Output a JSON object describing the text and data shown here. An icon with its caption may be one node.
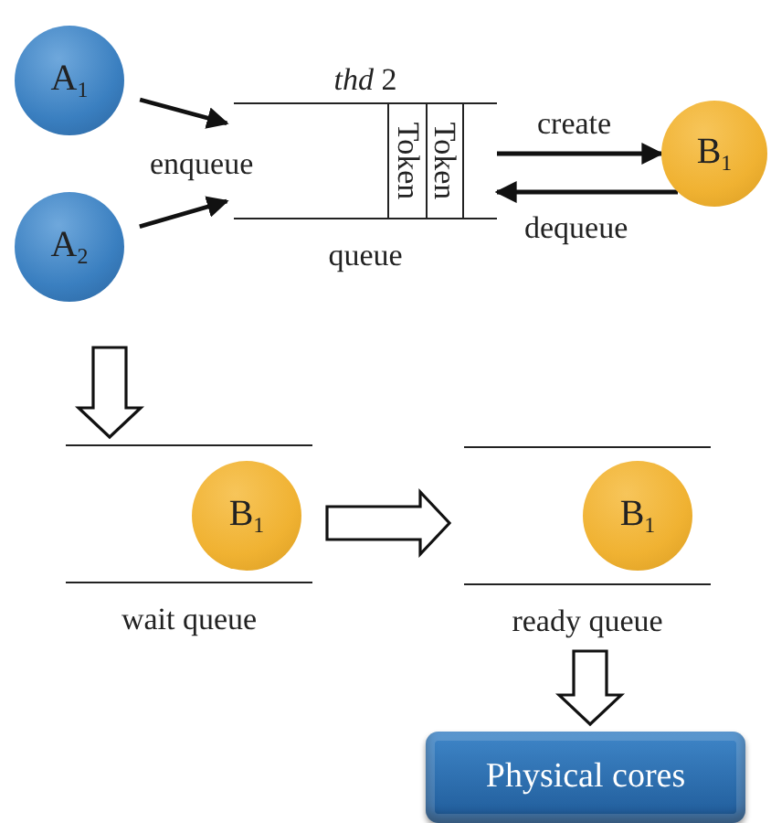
{
  "diagram": {
    "nodes": [
      {
        "text": [
          "A$_{1}$"
        ]
      },
      {
        "text": [
          "A$_{2}$"
        ]
      },
      {
        "text": [
          "*thd* 2",
          "queue"
        ]
      },
      {
        "text": [
          "Token"
        ],
        "in": 2
      },
      {
        "text": [
          "Token"
        ],
        "in": 2
      },
      {
        "text": [
          "B$_{1}$"
        ]
      },
      {
        "text": [
          "wait queue"
        ]
      },
      {
        "text": [
          "B$_{1}$"
        ],
        "in": 6
      },
      {
        "text": [
          "ready queue"
        ]
      },
      {
        "text": [
          "B$_{1}$"
        ],
        "in": 8
      },
      {
        "text": [
          "Physical cores"
        ]
      }
    ],
    "edges": [
      {
        "from": 0,
        "to": 2,
        "arrow": "to"
      },
      {
        "from": 1,
        "to": 2,
        "arrow": "to"
      },
      {
        "from": 2,
        "to": 5,
        "arrow": "to",
        "label": "create"
      },
      {
        "from": 5,
        "to": 2,
        "arrow": "to",
        "label": "dequeue"
      },
      {
        "from": null,
        "to": 6,
        "arrow": "to",
        "style": "thick"
      },
      {
        "from": 6,
        "to": 8,
        "arrow": "to",
        "style": "thick"
      },
      {
        "from": 8,
        "to": 10,
        "arrow": "to",
        "style": "thick"
      }
    ],
    "labels": [
      "enqueue"
    ]
  }
}
